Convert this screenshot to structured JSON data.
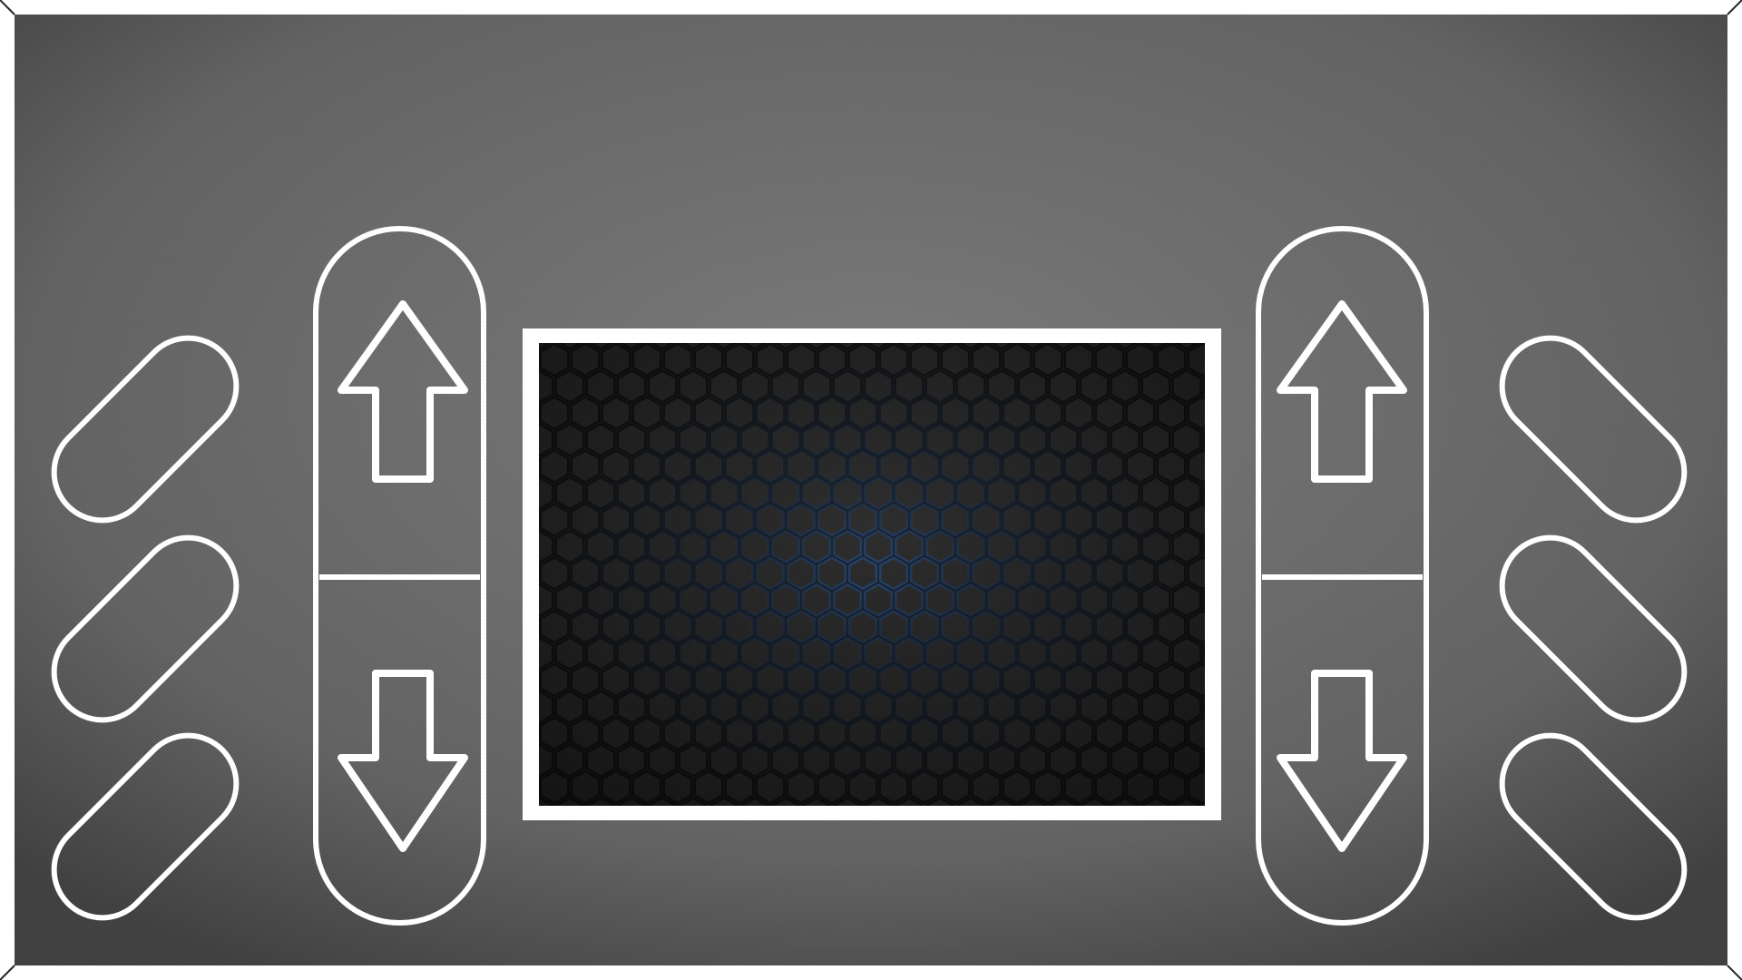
{
  "controller": {
    "left_side_buttons": [
      {
        "name": "left-side-button-1",
        "icon": "pill-outline"
      },
      {
        "name": "left-side-button-2",
        "icon": "pill-outline"
      },
      {
        "name": "left-side-button-3",
        "icon": "pill-outline"
      }
    ],
    "right_side_buttons": [
      {
        "name": "right-side-button-1",
        "icon": "pill-outline"
      },
      {
        "name": "right-side-button-2",
        "icon": "pill-outline"
      },
      {
        "name": "right-side-button-3",
        "icon": "pill-outline"
      }
    ],
    "left_dpad": {
      "up_icon": "arrow-up-icon",
      "down_icon": "arrow-down-icon"
    },
    "right_dpad": {
      "up_icon": "arrow-up-icon",
      "down_icon": "arrow-down-icon"
    },
    "screen": {
      "pattern": "hexagon-grid",
      "glow_color": "#2a7fff",
      "background_color": "#1c1c1c"
    },
    "colors": {
      "body_gray": "#6b6b6b",
      "outline": "#ffffff"
    }
  }
}
